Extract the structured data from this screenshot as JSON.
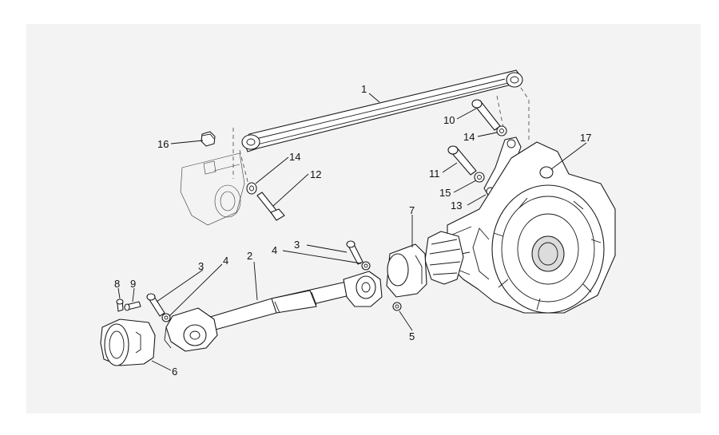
{
  "diagram": {
    "callouts": [
      {
        "id": "c1",
        "label": "1"
      },
      {
        "id": "c2",
        "label": "2"
      },
      {
        "id": "c3a",
        "label": "3"
      },
      {
        "id": "c3b",
        "label": "3"
      },
      {
        "id": "c4a",
        "label": "4"
      },
      {
        "id": "c4b",
        "label": "4"
      },
      {
        "id": "c5",
        "label": "5"
      },
      {
        "id": "c6",
        "label": "6"
      },
      {
        "id": "c7",
        "label": "7"
      },
      {
        "id": "c8",
        "label": "8"
      },
      {
        "id": "c9",
        "label": "9"
      },
      {
        "id": "c10",
        "label": "10"
      },
      {
        "id": "c11",
        "label": "11"
      },
      {
        "id": "c12",
        "label": "12"
      },
      {
        "id": "c13",
        "label": "13"
      },
      {
        "id": "c14a",
        "label": "14"
      },
      {
        "id": "c14b",
        "label": "14"
      },
      {
        "id": "c15",
        "label": "15"
      },
      {
        "id": "c16",
        "label": "16"
      },
      {
        "id": "c17",
        "label": "17"
      }
    ],
    "colors": {
      "panel_background": "#f3f3f3",
      "line_art": "#1a1a1a",
      "page_background": "#ffffff"
    }
  }
}
